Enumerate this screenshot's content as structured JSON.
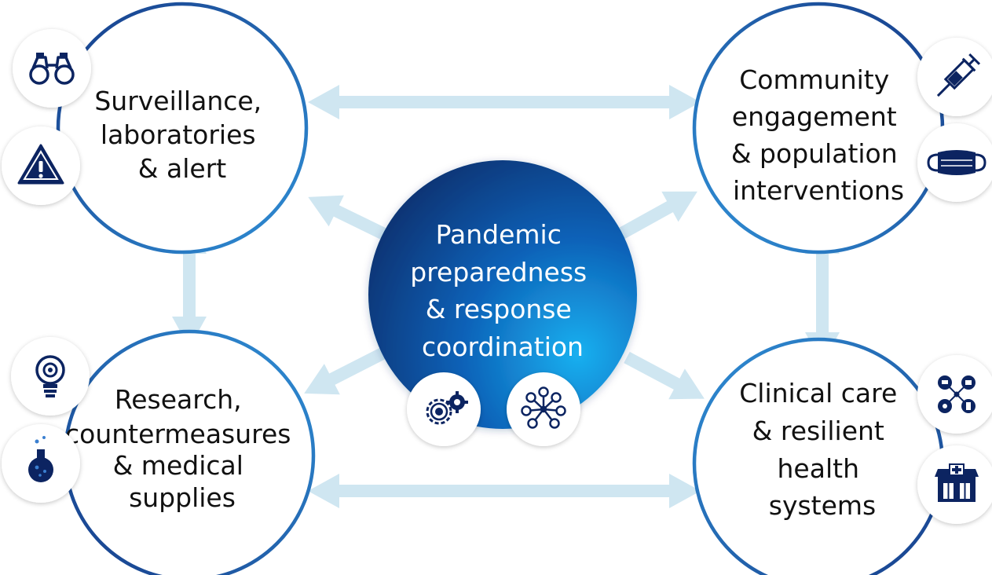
{
  "center": {
    "lines": [
      "Pandemic",
      "preparedness",
      "& response",
      "coordination"
    ],
    "icons": [
      "gears-icon",
      "network-nodes-icon"
    ]
  },
  "nodes": {
    "top_left": {
      "lines": [
        "Surveillance,",
        "laboratories",
        "& alert"
      ],
      "icons": [
        "binoculars-icon",
        "warning-triangle-icon"
      ]
    },
    "top_right": {
      "lines": [
        "Community",
        "engagement",
        "& population",
        "interventions"
      ],
      "icons": [
        "syringe-icon",
        "face-mask-icon"
      ]
    },
    "bottom_left": {
      "lines": [
        "Research,",
        "countermeasures",
        "& medical",
        "supplies"
      ],
      "icons": [
        "lightbulb-icon",
        "flask-icon"
      ]
    },
    "bottom_right": {
      "lines": [
        "Clinical care",
        "& resilient",
        "health",
        "systems"
      ],
      "icons": [
        "connected-devices-icon",
        "pharmacy-store-icon"
      ]
    }
  },
  "colors": {
    "ring": "#1d5ea9",
    "ring_light": "#2f8fd6",
    "navy": "#0c2461",
    "center_dark": "#0a2a66",
    "center_light": "#1aa0e0",
    "arrow": "#cfe6f1",
    "text": "#111111",
    "center_text": "#ffffff"
  }
}
